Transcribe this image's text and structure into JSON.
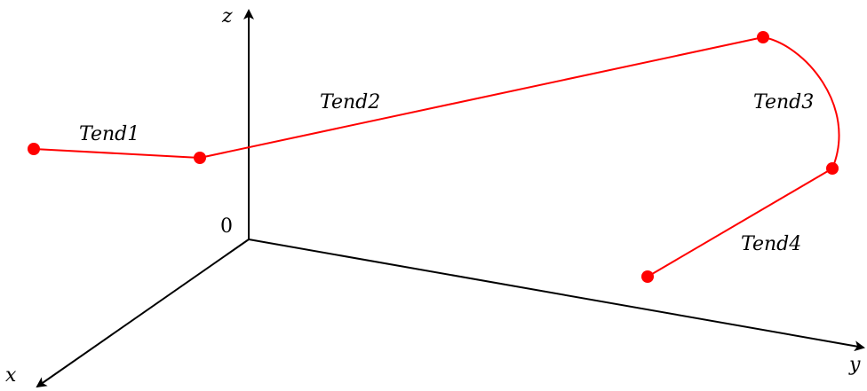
{
  "axes": {
    "x_label": "x",
    "y_label": "y",
    "z_label": "z",
    "origin_label": "0"
  },
  "tendons": [
    {
      "label": "Tend1"
    },
    {
      "label": "Tend2"
    },
    {
      "label": "Tend3"
    },
    {
      "label": "Tend4"
    }
  ],
  "colors": {
    "tendon": "#ff0000",
    "axis": "#000000",
    "background": "#ffffff"
  }
}
